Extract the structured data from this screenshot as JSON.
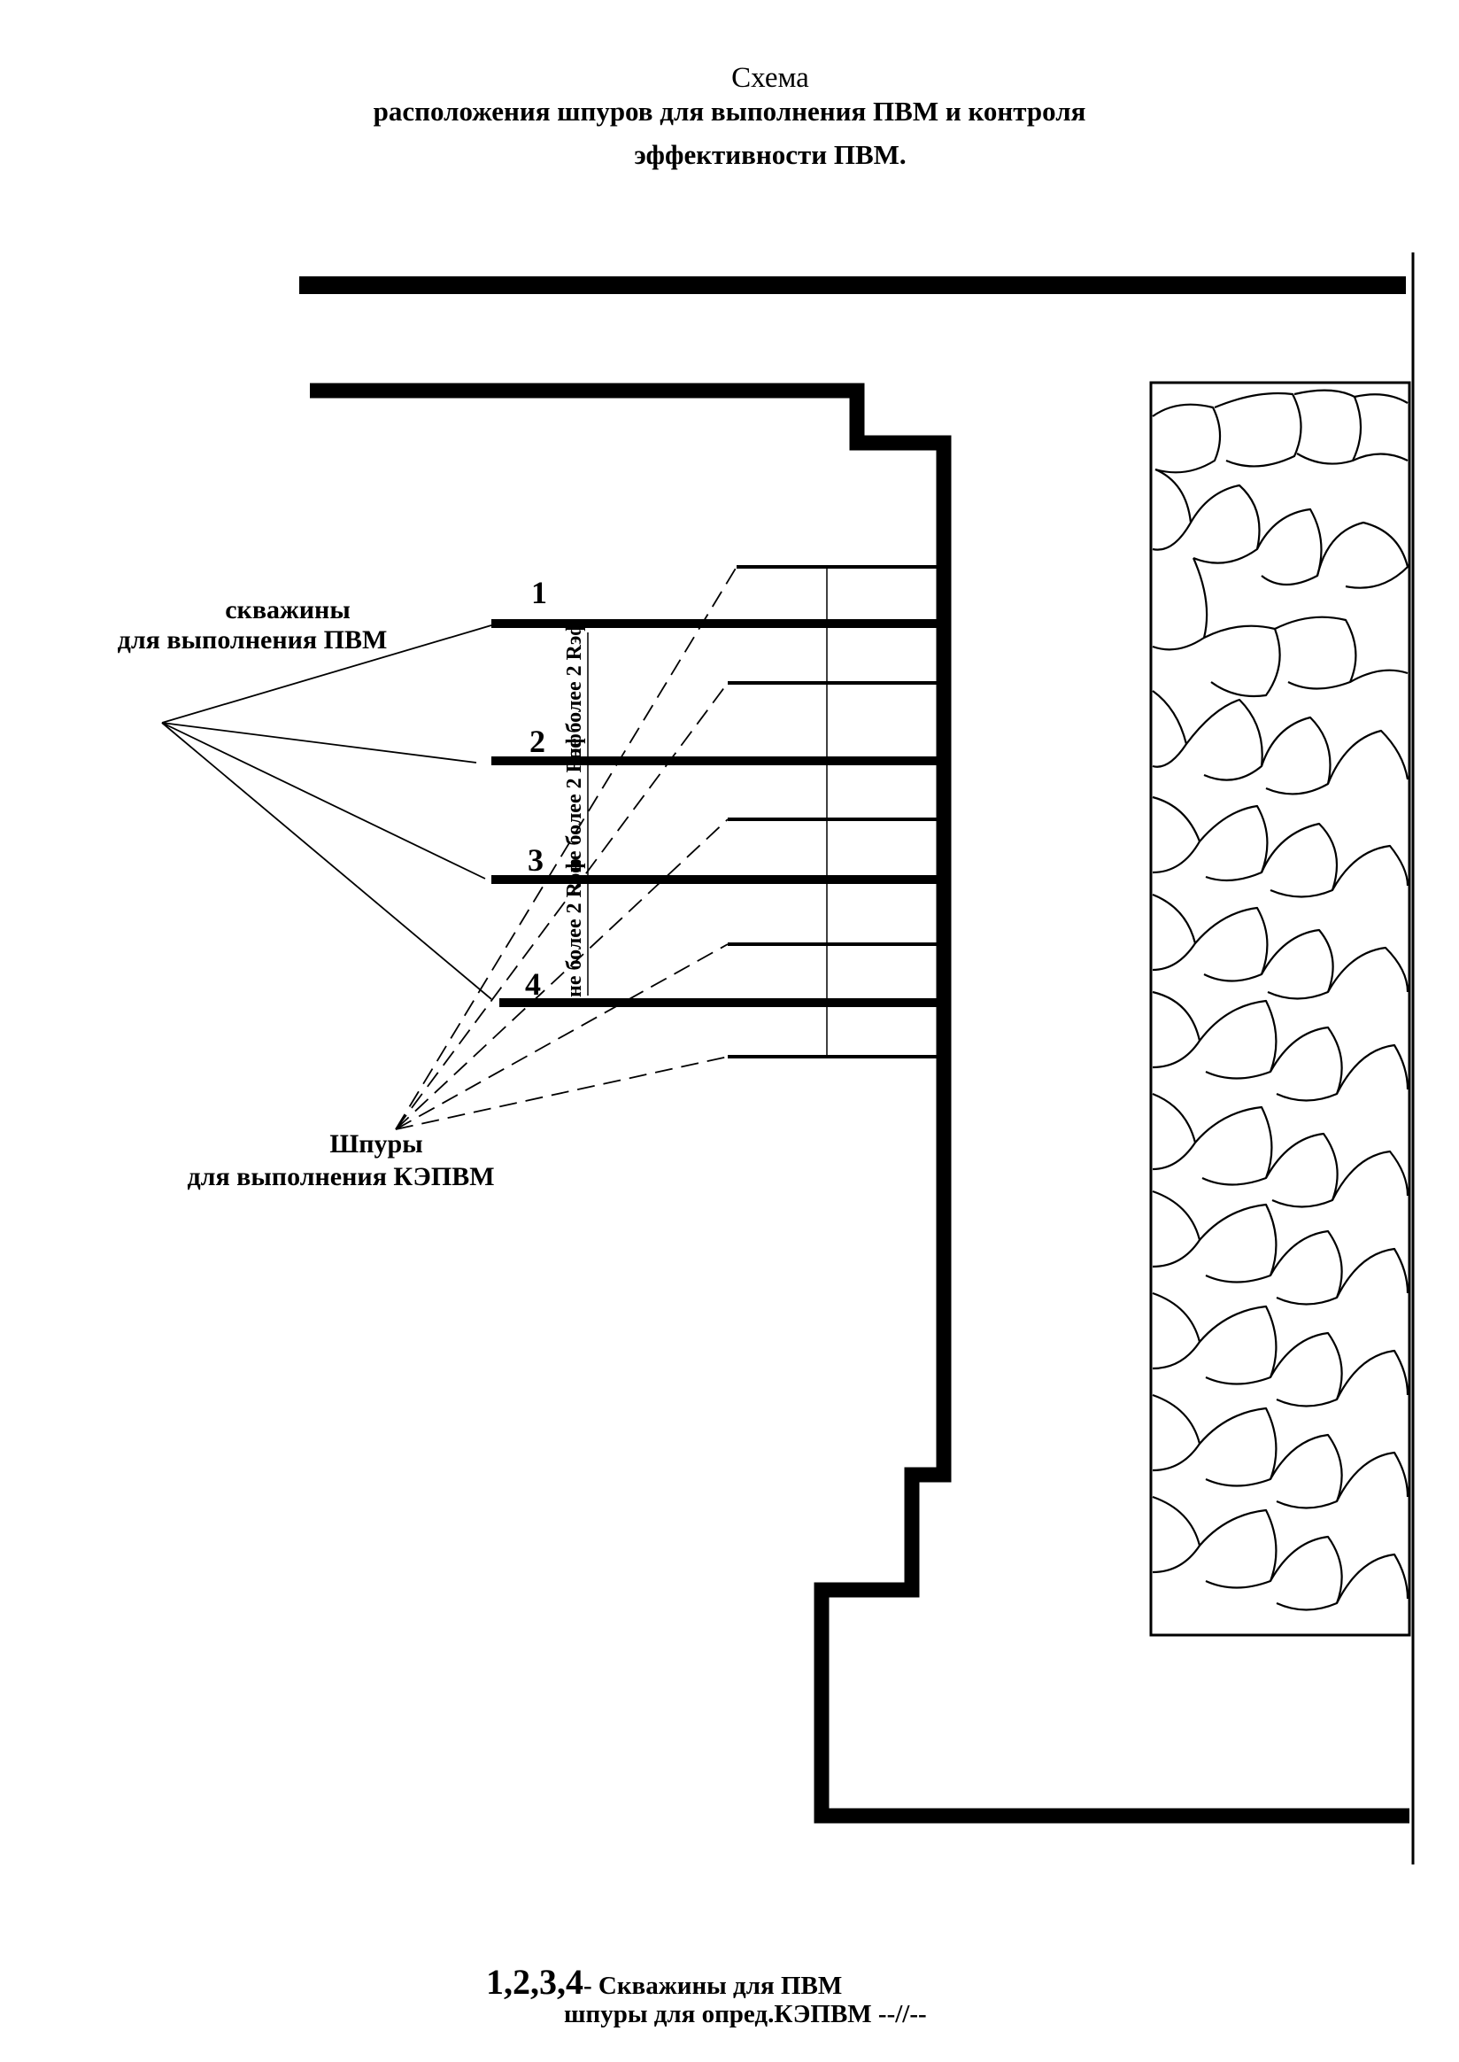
{
  "title": {
    "line1": "Схема",
    "line2": "расположения  шпуров для выполнения ПВМ и контроля",
    "line3": "эффективности ПВМ."
  },
  "labels": {
    "wells_line1": "скважины",
    "wells_line2": "для выполнения ПВМ",
    "holes_line1": "Шпуры",
    "holes_line2": "для выполнения КЭПВМ"
  },
  "well_numbers": [
    "1",
    "2",
    "3",
    "4"
  ],
  "spacing_labels": [
    "не более 2 Rэф",
    "не более 2 Rэф",
    "не более 2 Rэф"
  ],
  "legend": {
    "numbers": "1,2,3,4",
    "wells_text": "- Скважины для ПВМ",
    "holes_text": "шпуры для опред.КЭПВМ   --//--"
  }
}
